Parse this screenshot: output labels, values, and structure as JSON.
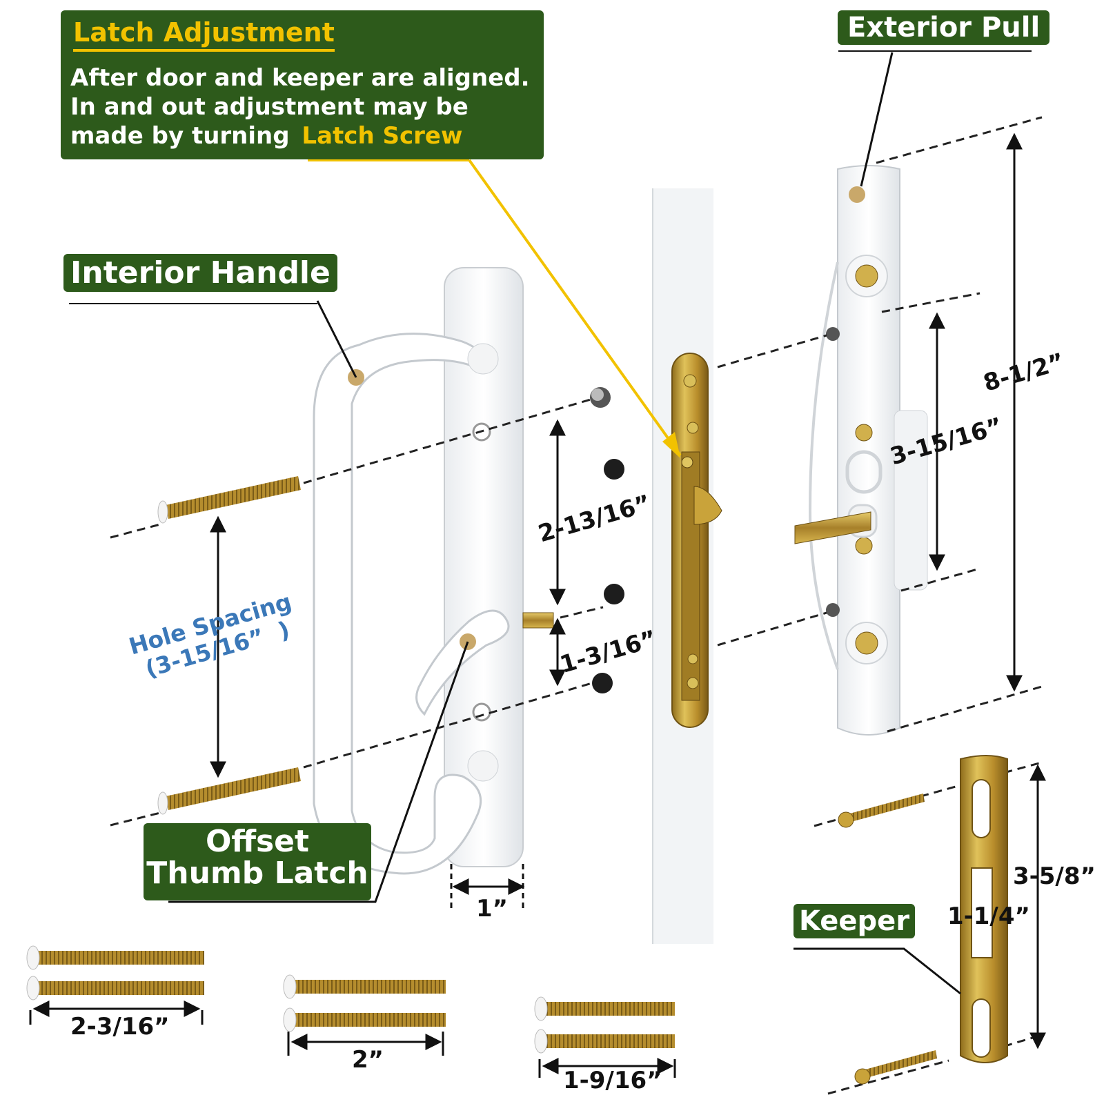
{
  "colors": {
    "label_green": "#2d5a1b",
    "highlight_yellow": "#f2c200",
    "brass": "#c9a33a",
    "hole_spacing_blue": "#3b78b8",
    "handle_white": "#ffffff"
  },
  "callouts": {
    "latch_adjustment": {
      "title": "Latch Adjustment",
      "line1": "After door and keeper are aligned.",
      "line2": "In and out adjustment may be",
      "line3_prefix": "made by turning",
      "line3_highlight": "Latch Screw"
    },
    "exterior_pull": "Exterior Pull",
    "interior_handle": "Interior Handle",
    "offset_thumb_latch_line1": "Offset",
    "offset_thumb_latch_line2": "Thumb Latch",
    "keeper": "Keeper"
  },
  "hole_spacing": {
    "line1": "Hole Spacing",
    "line2": "(3-15/16”  )"
  },
  "dimensions": {
    "overall_length": "8-1/2”",
    "pull_hole_spacing": "3-15/16”",
    "hole_to_hole_upper": "2-13/16”",
    "hole_to_hole_lower": "1-3/16”",
    "handle_width": "1”",
    "keeper_length": "3-5/8”",
    "keeper_slot": "1-1/4”",
    "screw_a": "2-3/16”",
    "screw_b": "2”",
    "screw_c": "1-9/16”"
  },
  "icons": {
    "interior_handle": "handle-icon",
    "exterior_pull": "pull-icon",
    "mortise_latch": "latch-icon",
    "keeper": "keeper-icon",
    "screw": "screw-icon"
  }
}
